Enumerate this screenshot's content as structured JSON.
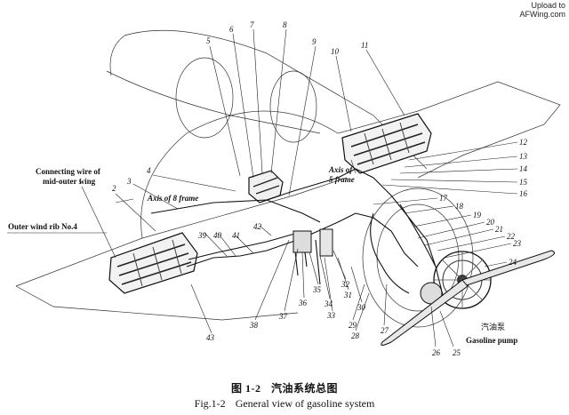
{
  "watermark": {
    "line1": "Upload to",
    "line2": "AFWing.com"
  },
  "caption": {
    "cn_fig": "图 1-2",
    "cn_title": "汽油系统总图",
    "en_fig": "Fig.1-2",
    "en_title": "General view of gasoline system"
  },
  "labels": {
    "connecting_wire": [
      "Connecting wire of",
      "mid-outer wing"
    ],
    "outer_wind_rib": "Outer wind rib No.4",
    "axis_8_frame": "Axis of 8 frame",
    "axis_5_frame": [
      "Axis of",
      "5 frame"
    ],
    "gasoline_pump_cn": "汽油泵",
    "gasoline_pump_en": "Gasoline pump"
  },
  "callouts": [
    "1",
    "2",
    "3",
    "4",
    "5",
    "6",
    "7",
    "8",
    "9",
    "10",
    "11",
    "12",
    "13",
    "14",
    "15",
    "16",
    "17",
    "18",
    "19",
    "20",
    "21",
    "22",
    "23",
    "24",
    "25",
    "26",
    "27",
    "28",
    "29",
    "30",
    "31",
    "32",
    "33",
    "34",
    "35",
    "36",
    "37",
    "38",
    "39",
    "40",
    "41",
    "42",
    "43"
  ]
}
